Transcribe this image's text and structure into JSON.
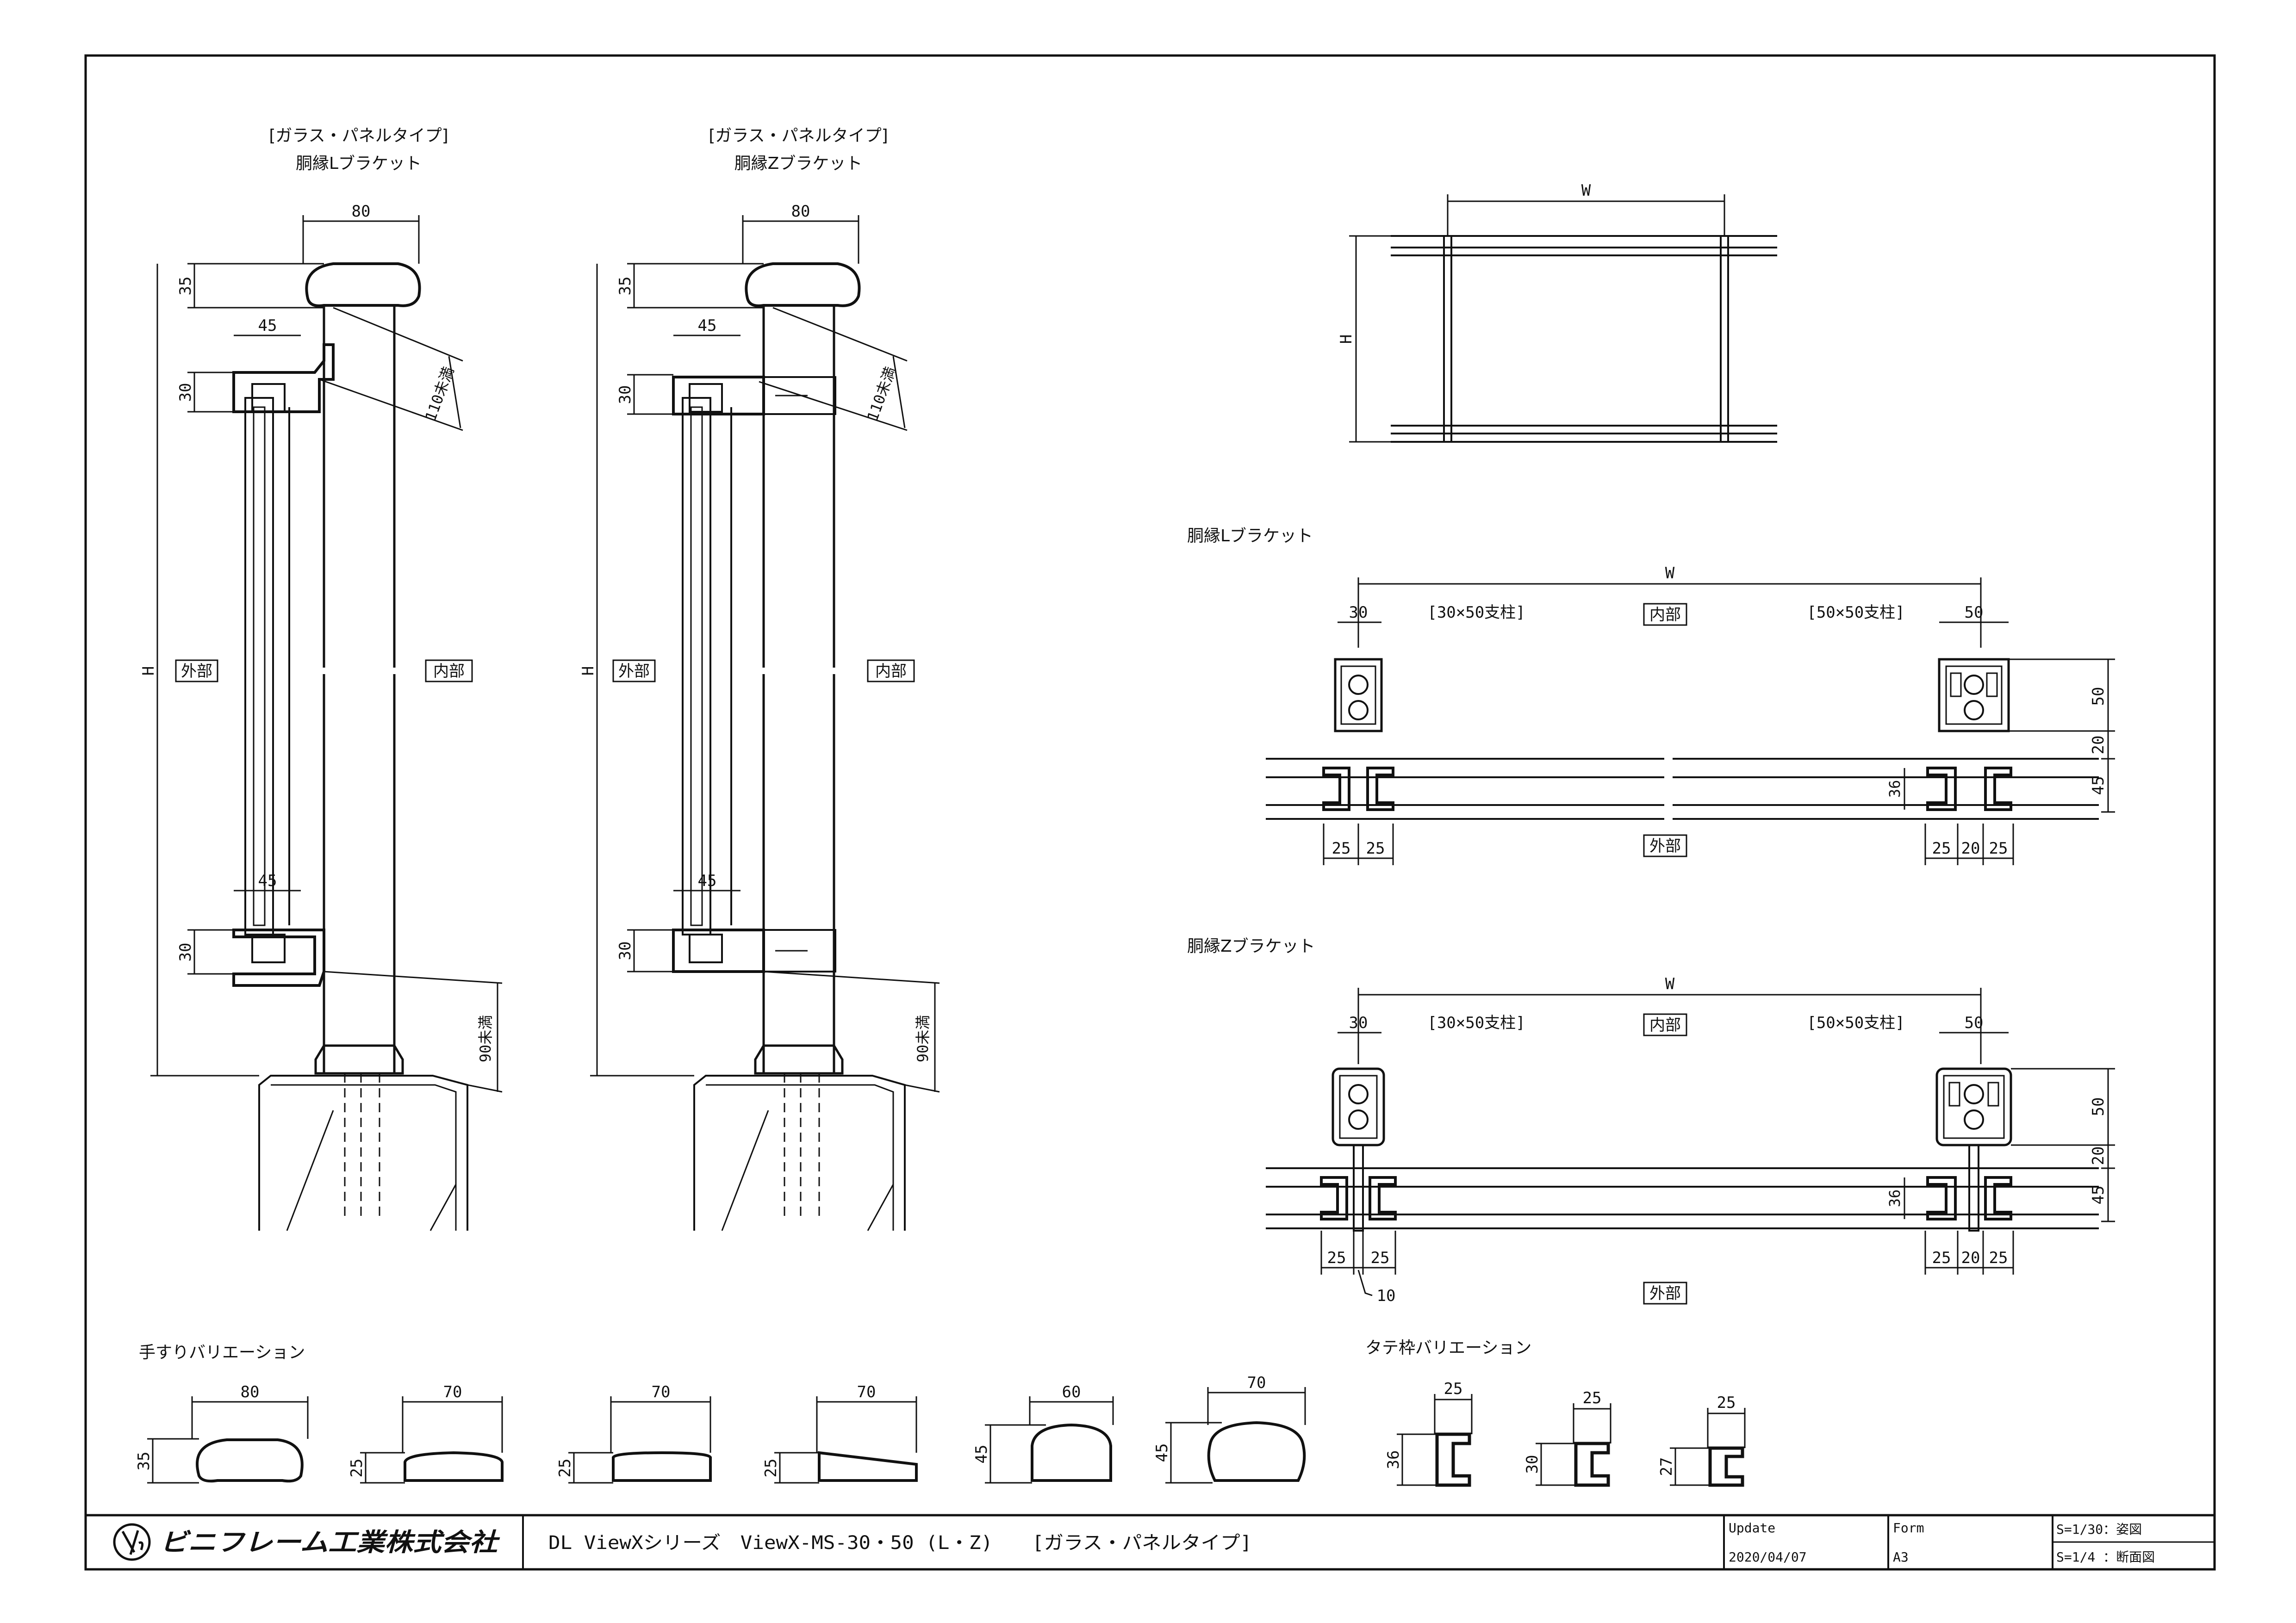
{
  "section_left": {
    "type_label": "[ガラス・パネルタイプ]",
    "title": "胴縁Lブラケット",
    "dims": {
      "rail_w": "80",
      "top": "35",
      "bracket": "45",
      "upper": "30",
      "lower": "30",
      "lower_bracket": "45",
      "height": "H",
      "clear_top": "110未満",
      "clear_bottom": "90未満"
    },
    "outside": "外部",
    "inside": "内部"
  },
  "section_right": {
    "type_label": "[ガラス・パネルタイプ]",
    "title": "胴縁Zブラケット",
    "dims": {
      "rail_w": "80",
      "top": "35",
      "bracket": "45",
      "upper": "30",
      "lower": "30",
      "lower_bracket": "45",
      "height": "H",
      "clear_top": "110未満",
      "clear_bottom": "90未満"
    },
    "outside": "外部",
    "inside": "内部"
  },
  "elevation": {
    "width": "W",
    "height": "H"
  },
  "plan_l": {
    "title": "胴縁Lブラケット",
    "width": "W",
    "post_small": "[30×50支柱]",
    "post_large": "[50×50支柱]",
    "inside": "内部",
    "outside": "外部",
    "d30": "30",
    "d50": "50",
    "d50v": "50",
    "d20v": "20",
    "d45v": "45",
    "d36": "36",
    "b1": "25",
    "b2": "25",
    "b3": "25",
    "b4": "20",
    "b5": "25"
  },
  "plan_z": {
    "title": "胴縁Zブラケット",
    "width": "W",
    "post_small": "[30×50支柱]",
    "post_large": "[50×50支柱]",
    "inside": "内部",
    "outside": "外部",
    "d30": "30",
    "d50": "50",
    "d50v": "50",
    "d20v": "20",
    "d45v": "45",
    "d36": "36",
    "b1": "25",
    "b2": "25",
    "b3": "25",
    "b4": "20",
    "b5": "25",
    "gap": "10"
  },
  "handrail_variations": {
    "title": "手すりバリエーション",
    "items": [
      {
        "w": "80",
        "h": "35"
      },
      {
        "w": "70",
        "h": "25"
      },
      {
        "w": "70",
        "h": "25"
      },
      {
        "w": "70",
        "h": "25"
      },
      {
        "w": "60",
        "h": "45"
      },
      {
        "w": "70",
        "h": "45"
      }
    ]
  },
  "frame_variations": {
    "title": "タテ枠バリエーション",
    "items": [
      {
        "w": "25",
        "h": "36"
      },
      {
        "w": "25",
        "h": "30"
      },
      {
        "w": "25",
        "h": "27"
      }
    ]
  },
  "title_block": {
    "company": "ビニフレーム工業株式会社",
    "title": "DL ViewXシリーズ　ViewX-MS-30・50 (L・Z)　　[ガラス・パネルタイプ]",
    "update_label": "Update",
    "update_value": "2020/04/07",
    "form_label": "Form",
    "form_value": "A3",
    "scale1": "S=1/30：姿図",
    "scale2": "S=1/4 ：断面図"
  }
}
